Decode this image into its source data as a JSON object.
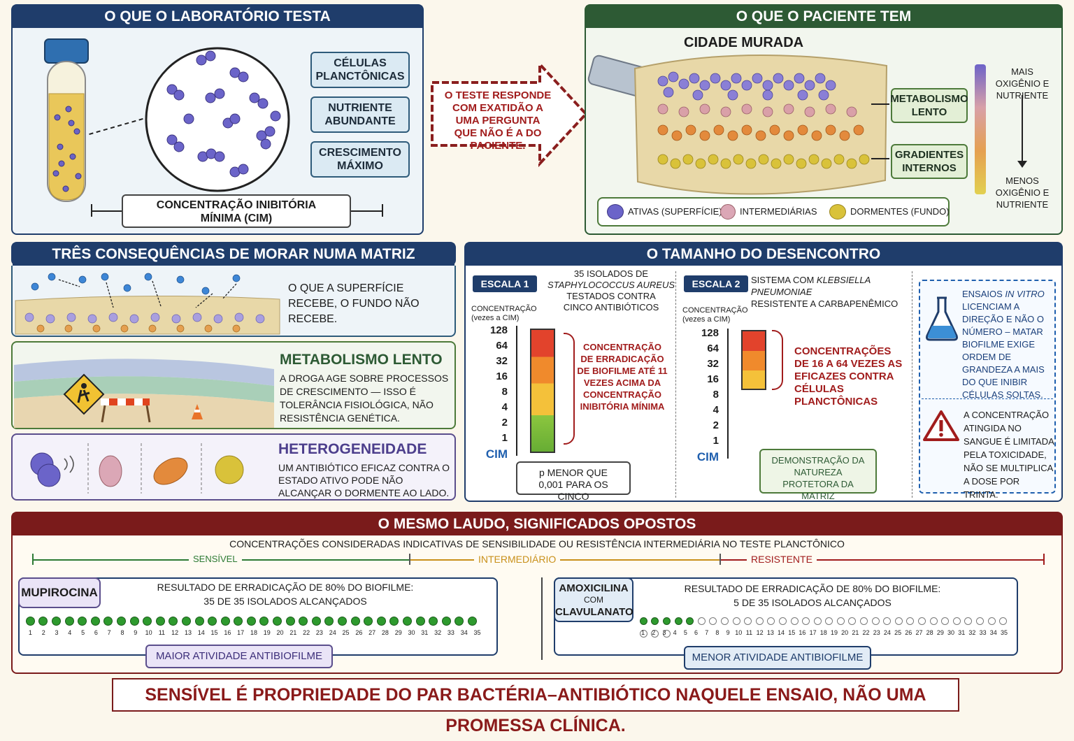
{
  "lab": {
    "title": "O QUE O LABORATÓRIO TESTA",
    "boxes": [
      "CÉLULAS PLANCTÔNICAS",
      "NUTRIENTE ABUNDANTE",
      "CRESCIMENTO MÁXIMO"
    ],
    "cim_label": "CONCENTRAÇÃO INIBITÓRIA MÍNIMA (CIM)"
  },
  "arrow_text": "O TESTE RESPONDE COM EXATIDÃO A UMA PERGUNTA QUE NÃO É A DO PACIENTE.",
  "patient": {
    "title": "O QUE O PACIENTE TEM",
    "city": "CIDADE MURADA",
    "boxes": [
      "METABOLISMO LENTO",
      "GRADIENTES INTERNOS"
    ],
    "gradient_top": "MAIS OXIGÊNIO E NUTRIENTE",
    "gradient_bottom": "MENOS OXIGÊNIO E NUTRIENTE",
    "legend": [
      "ATIVAS (SUPERFÍCIE)",
      "INTERMEDIÁRIAS",
      "DORMENTES (FUNDO)"
    ]
  },
  "consequences": {
    "title": "TRÊS CONSEQUÊNCIAS DE MORAR NUMA MATRIZ",
    "c1_text": "O QUE A SUPERFÍCIE RECEBE, O FUNDO NÃO RECEBE.",
    "c2_title": "METABOLISMO LENTO",
    "c2_text": "A DROGA AGE SOBRE PROCESSOS DE CRESCIMENTO — ISSO É TOLERÂNCIA FISIOLÓGICA, NÃO RESISTÊNCIA GENÉTICA.",
    "c3_title": "HETEROGENEIDADE",
    "c3_text": "UM ANTIBIÓTICO EFICAZ CONTRA O ESTADO ATIVO PODE NÃO ALCANÇAR O DORMENTE AO LADO."
  },
  "mismatch": {
    "title": "O TAMANHO DO DESENCONTRO",
    "scale1": {
      "badge": "ESCALA 1",
      "desc_line1": "35 ISOLADOS DE",
      "desc_organism": "STAPHYLOCOCCUS AUREUS",
      "desc_line3": "TESTADOS CONTRA CINCO ANTIBIÓTICOS",
      "axis_label": "CONCENTRAÇÃO (vezes a CIM)",
      "ticks": [
        "128",
        "64",
        "32",
        "16",
        "8",
        "4",
        "2",
        "1",
        "CIM"
      ],
      "note": "CONCENTRAÇÃO DE ERRADICAÇÃO DE BIOFILME ATÉ 11 VEZES ACIMA DA CONCENTRAÇÃO INIBITÓRIA MÍNIMA",
      "pvalue": "p MENOR QUE 0,001 PARA OS CINCO"
    },
    "scale2": {
      "badge": "ESCALA 2",
      "desc_prefix": "SISTEMA COM ",
      "desc_organism": "KLEBSIELLA PNEUMONIAE",
      "desc_suffix": "RESISTENTE A CARBAPENÊMICO",
      "axis_label": "CONCENTRAÇÃO (vezes a CIM)",
      "ticks": [
        "128",
        "64",
        "32",
        "16",
        "8",
        "4",
        "2",
        "1",
        "CIM"
      ],
      "note": "CONCENTRAÇÕES DE 16 A 64 VEZES AS EFICAZES CONTRA CÉLULAS PLANCTÔNICAS",
      "demo": "DEMONSTRAÇÃO DA NATUREZA PROTETORA DA MATRIZ"
    },
    "invitro_prefix": "ENSAIOS ",
    "invitro_em": "IN VITRO",
    "invitro_rest": "LICENCIAM A DIREÇÃO E NÃO O NÚMERO – MATAR BIOFILME EXIGE ORDEM DE GRANDEZA A MAIS DO QUE INIBIR CÉLULAS SOLTAS.",
    "toxicity": "A CONCENTRAÇÃO ATINGIDA NO SANGUE É LIMITADA PELA TOXICIDADE, NÃO SE MULTIPLICA A DOSE POR TRINTA."
  },
  "report": {
    "title": "O MESMO LAUDO, SIGNIFICADOS OPOSTOS",
    "subtitle": "CONCENTRAÇÕES CONSIDERADAS INDICATIVAS DE SENSIBILIDADE OU RESISTÊNCIA INTERMEDIÁRIA NO TESTE PLANCTÔNICO",
    "zones": [
      "SENSÍVEL",
      "INTERMEDIÁRIO",
      "RESISTENTE"
    ],
    "left": {
      "drug": "MUPIROCINA",
      "result_line1": "RESULTADO DE ERRADICAÇÃO DE 80% DO BIOFILME:",
      "result_line2": "35 DE 35 ISOLADOS ALCANÇADOS",
      "achieved": 35,
      "total": 35,
      "badge": "MAIOR ATIVIDADE ANTIBIOFILME"
    },
    "right": {
      "drug_line1": "AMOXICILINA",
      "drug_line2": "COM",
      "drug_line3": "CLAVULANATO",
      "result_line1": "RESULTADO DE ERRADICAÇÃO DE 80% DO BIOFILME:",
      "result_line2": "5 DE 35 ISOLADOS ALCANÇADOS",
      "achieved": 5,
      "total": 35,
      "badge": "MENOR ATIVIDADE ANTIBIOFILME"
    }
  },
  "footer": "SENSÍVEL É PROPRIEDADE DO PAR BACTÉRIA–ANTIBIÓTICO NAQUELE ENSAIO, NÃO UMA PROMESSA CLÍNICA."
}
